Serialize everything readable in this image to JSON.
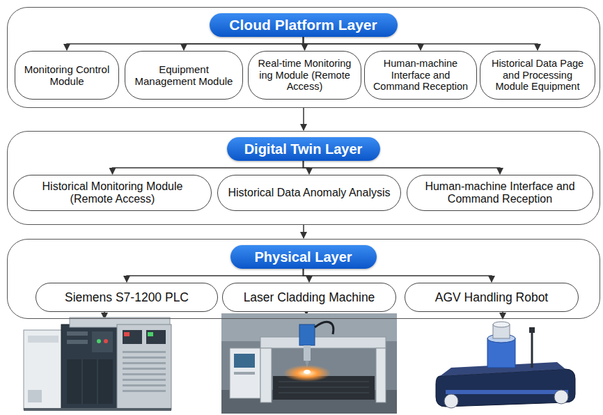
{
  "diagram": {
    "nodes": [
      {
        "text": [
          "Cloud Platform Layer"
        ]
      },
      {
        "text": [
          "Monitoring Control Module"
        ],
        "in": 0
      },
      {
        "text": [
          "Equipment Management Module"
        ],
        "in": 0
      },
      {
        "text": [
          "Real-time Monitoring ing Module (Remote Access)"
        ],
        "in": 0
      },
      {
        "text": [
          "Human-machine Interface and Command Reception"
        ],
        "in": 0
      },
      {
        "text": [
          "Historical Data Page and Processing Module Equipment"
        ],
        "in": 0
      },
      {
        "text": [
          "Digital Twin Layer"
        ]
      },
      {
        "text": [
          "Historical Monitoring Module (Remote Access)"
        ],
        "in": 6
      },
      {
        "text": [
          "Historical Data Anomaly Analysis"
        ],
        "in": 6
      },
      {
        "text": [
          "Human-machine Interface and Command Reception"
        ],
        "in": 6
      },
      {
        "text": [
          "Physical Layer"
        ]
      },
      {
        "text": [
          "Siemens S7-1200 PLC"
        ],
        "in": 10
      },
      {
        "text": [
          "Laser Cladding Machine"
        ],
        "in": 10
      },
      {
        "text": [
          "AGV Handling Robot"
        ],
        "in": 10
      }
    ],
    "edges": [
      {
        "from": 0,
        "to": 1,
        "arrow": "to"
      },
      {
        "from": 0,
        "to": 2,
        "arrow": "to"
      },
      {
        "from": 0,
        "to": 3,
        "arrow": "to"
      },
      {
        "from": 0,
        "to": 4,
        "arrow": "to"
      },
      {
        "from": 0,
        "to": 5,
        "arrow": "to"
      },
      {
        "from": 0,
        "to": 6,
        "arrow": "to"
      },
      {
        "from": 6,
        "to": 7,
        "arrow": "to"
      },
      {
        "from": 6,
        "to": 8,
        "arrow": "to"
      },
      {
        "from": 6,
        "to": 9,
        "arrow": "to"
      },
      {
        "from": 6,
        "to": 10,
        "arrow": "to"
      },
      {
        "from": 10,
        "to": 11,
        "arrow": "to"
      },
      {
        "from": 10,
        "to": 12,
        "arrow": "to"
      },
      {
        "from": 10,
        "to": 13,
        "arrow": "to"
      }
    ]
  }
}
